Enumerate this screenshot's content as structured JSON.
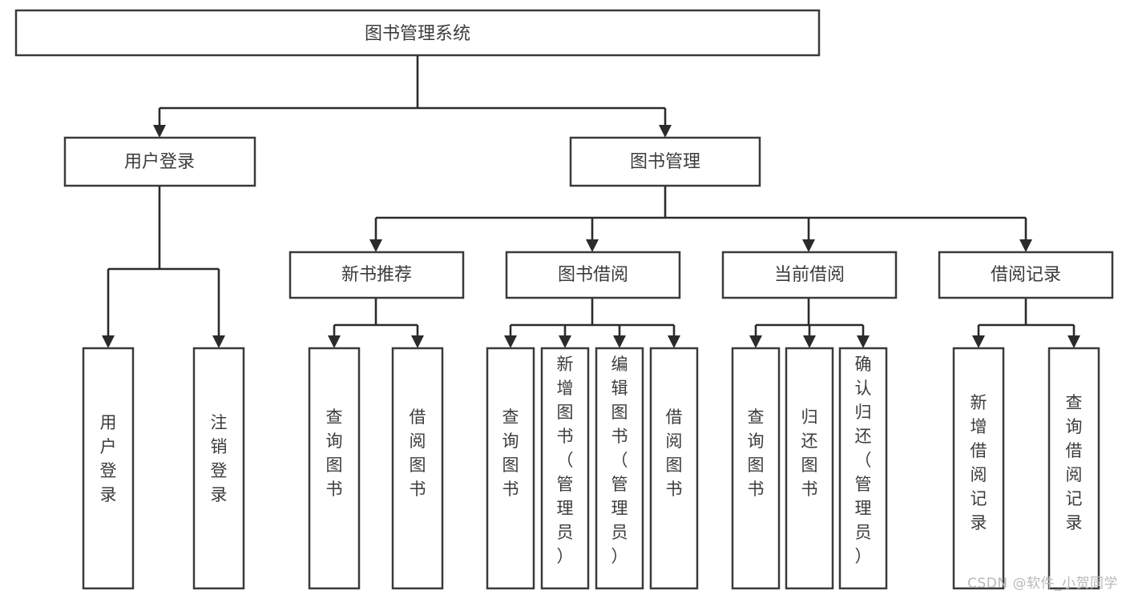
{
  "diagram": {
    "type": "tree-hierarchy",
    "title": "图书管理系统",
    "colors": {
      "box_stroke": "#3a3a3a",
      "box_fill": "#ffffff",
      "edge": "#2b2b2b",
      "text": "#3c3c3c",
      "background": "#ffffff",
      "watermark": "#b9b9b9"
    },
    "root": {
      "label": "图书管理系统"
    },
    "level1": [
      {
        "label": "用户登录"
      },
      {
        "label": "图书管理"
      }
    ],
    "level2": [
      {
        "label": "新书推荐"
      },
      {
        "label": "图书借阅"
      },
      {
        "label": "当前借阅"
      },
      {
        "label": "借阅记录"
      }
    ],
    "leaves": {
      "user_login": [
        {
          "label": "用户登录"
        },
        {
          "label": "注销登录"
        }
      ],
      "new_book_recommend": [
        {
          "label": "查询图书"
        },
        {
          "label": "借阅图书"
        }
      ],
      "book_borrow": [
        {
          "label": "查询图书"
        },
        {
          "label": "新增图书（管理员）"
        },
        {
          "label": "编辑图书（管理员）"
        },
        {
          "label": "借阅图书"
        }
      ],
      "current_borrow": [
        {
          "label": "查询图书"
        },
        {
          "label": "归还图书"
        },
        {
          "label": "确认归还（管理员）"
        }
      ],
      "borrow_records": [
        {
          "label": "新增借阅记录"
        },
        {
          "label": "查询借阅记录"
        }
      ]
    }
  },
  "watermark": {
    "text": "CSDN @软件_小贺同学"
  }
}
